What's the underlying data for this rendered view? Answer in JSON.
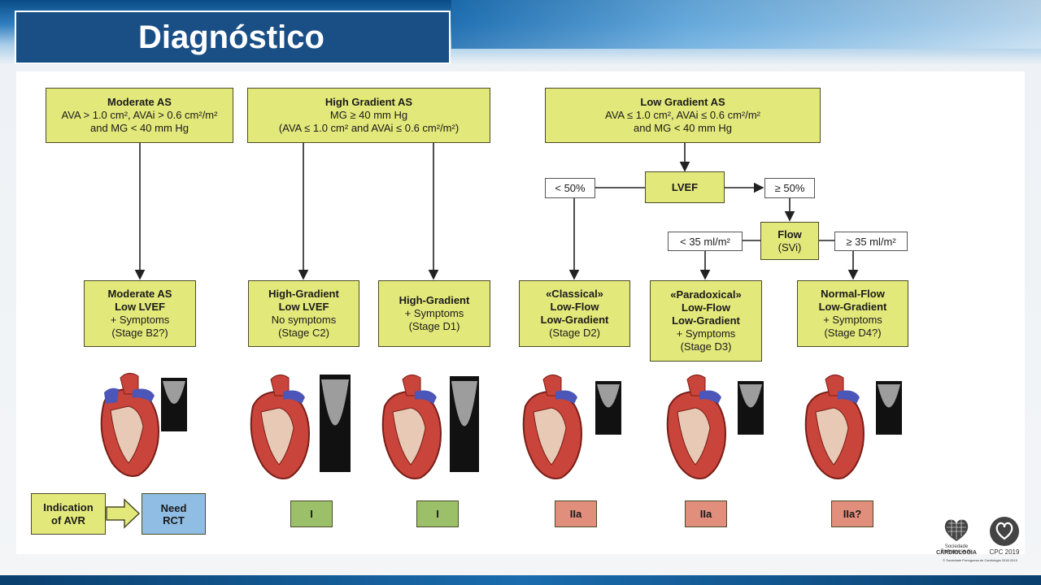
{
  "slide": {
    "title": "Diagnóstico"
  },
  "categories": {
    "moderate": {
      "title": "Moderate AS",
      "line1": "AVA > 1.0 cm², AVAi > 0.6 cm²/m²",
      "line2": "and MG < 40 mm Hg"
    },
    "high": {
      "title": "High Gradient AS",
      "line1": "MG ≥ 40 mm Hg",
      "line2": "(AVA ≤ 1.0 cm² and AVAi ≤ 0.6 cm²/m²)"
    },
    "low": {
      "title": "Low Gradient AS",
      "line1": "AVA ≤ 1.0 cm², AVAi ≤ 0.6 cm²/m²",
      "line2": "and MG < 40 mm Hg"
    }
  },
  "decision": {
    "lvef": "LVEF",
    "lvef_low": "< 50%",
    "lvef_high": "≥ 50%",
    "flow_title": "Flow",
    "flow_sub": "(SVi)",
    "flow_low": "< 35 ml/m²",
    "flow_high": "≥ 35 ml/m²"
  },
  "stages": [
    {
      "lines": [
        "Moderate AS",
        "Low LVEF"
      ],
      "sub": [
        "+ Symptoms",
        "(Stage B2?)"
      ]
    },
    {
      "lines": [
        "High-Gradient",
        "Low LVEF"
      ],
      "sub": [
        "No symptoms",
        "(Stage C2)"
      ]
    },
    {
      "lines": [
        "High-Gradient"
      ],
      "sub": [
        "+ Symptoms",
        "(Stage D1)"
      ]
    },
    {
      "lines": [
        "«Classical»",
        "Low-Flow",
        "Low-Gradient"
      ],
      "sub": [
        "(Stage D2)"
      ]
    },
    {
      "lines": [
        "«Paradoxical»",
        "Low-Flow",
        "Low-Gradient"
      ],
      "sub": [
        "+ Symptoms",
        "(Stage D3)"
      ]
    },
    {
      "lines": [
        "Normal-Flow",
        "Low-Gradient"
      ],
      "sub": [
        "+ Symptoms",
        "(Stage D4?)"
      ]
    }
  ],
  "legend": {
    "indication": "Indication of AVR",
    "need_rct": "Need RCT"
  },
  "classes": [
    "I",
    "I",
    "IIa",
    "IIa",
    "IIa?"
  ],
  "colors": {
    "node_fill": "#e3e87a",
    "class_green": "#9cc06a",
    "class_red": "#e28e7c",
    "class_blue": "#8fbde3",
    "title_bg": "#1a4f86"
  },
  "logos": {
    "spc_org": "Sociedade Portuguesa de",
    "spc_name": "CARDIOLOGIA",
    "cpc": "CPC 2019",
    "copyright": "© Sociedade Portuguesa de Cardiologia 2018-2019"
  }
}
